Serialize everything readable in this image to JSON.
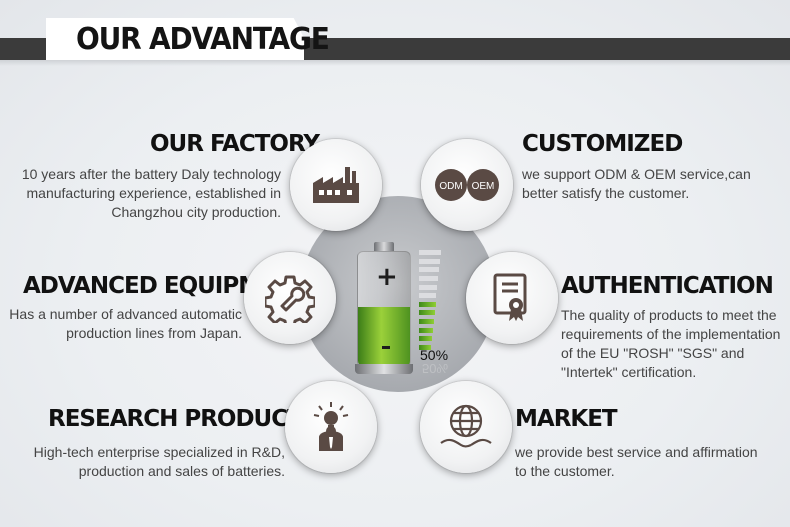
{
  "page": {
    "title": "OUR ADVANTAGE"
  },
  "battery": {
    "level_label": "50%",
    "ghost_label": "50%",
    "fill_fraction": 0.5
  },
  "features": {
    "factory": {
      "title": "OUR FACTORY",
      "lines": [
        "10 years after the battery Daly technology",
        "manufacturing experience, established in",
        "Changzhou city production."
      ],
      "icon": "factory-icon"
    },
    "customized": {
      "title": "CUSTOMIZED",
      "lines": [
        "we support ODM & OEM service,can",
        "better satisfy the customer."
      ],
      "icon": "odm-oem-icon",
      "badges": [
        "ODM",
        "OEM"
      ]
    },
    "equipment": {
      "title": "ADVANCED EQUIPMENT",
      "lines": [
        "Has a number of advanced automatic",
        "production lines from Japan."
      ],
      "icon": "gear-wrench-icon"
    },
    "authentication": {
      "title": "AUTHENTICATION",
      "lines": [
        "The quality of products to meet the",
        "requirements of the implementation",
        "of the EU \"ROSH\" \"SGS\" and",
        "\"Intertek\" certification."
      ],
      "icon": "certificate-icon"
    },
    "research": {
      "title": "RESEARCH PRODUCTION",
      "lines": [
        "High-tech enterprise specialized in R&D,",
        "production and sales of batteries."
      ],
      "icon": "idea-person-icon"
    },
    "market": {
      "title": "MARKET",
      "lines": [
        "we provide best service and affirmation",
        "to the customer."
      ],
      "icon": "globe-hands-icon"
    }
  },
  "colors": {
    "header_bar": "#3b3b3b",
    "icon_dark": "#5a4a44",
    "battery_green": "#7bc02c"
  }
}
